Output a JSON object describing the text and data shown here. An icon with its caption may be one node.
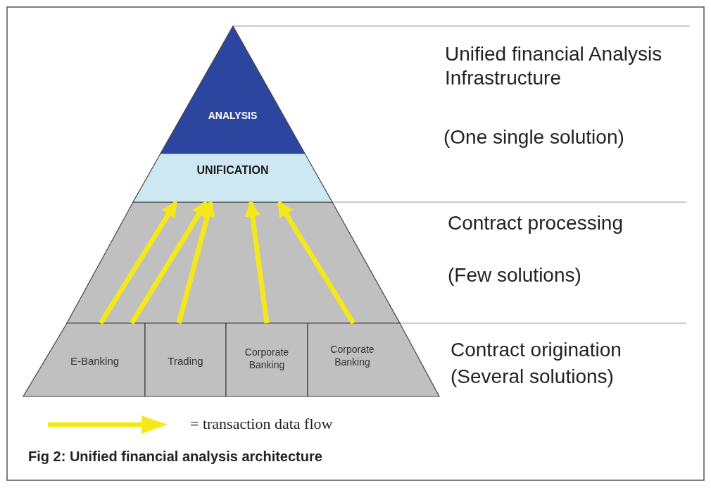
{
  "diagram": {
    "caption": "Fig 2: Unified financial analysis architecture",
    "nodes": [
      {
        "text": [
          "ANALYSIS"
        ]
      },
      {
        "text": [
          "UNIFICATION"
        ]
      },
      {
        "text": [
          "E-Banking"
        ]
      },
      {
        "text": [
          "Trading"
        ]
      },
      {
        "text": [
          "Corporate Banking"
        ]
      },
      {
        "text": [
          "Corporate Banking"
        ]
      }
    ],
    "edges": [
      {
        "from": 2,
        "to": 1,
        "arrow": "to"
      },
      {
        "from": 2,
        "to": 1,
        "arrow": "to"
      },
      {
        "from": 3,
        "to": 1,
        "arrow": "to"
      },
      {
        "from": 4,
        "to": 1,
        "arrow": "to"
      },
      {
        "from": 5,
        "to": 1,
        "arrow": "to"
      }
    ],
    "labels": [
      "Unified financial Analysis Infrastructure",
      "(One single solution)",
      "Contract processing",
      "(Few solutions)",
      "Contract origination",
      "(Several solutions)"
    ],
    "legend": [
      {
        "text": "= transaction data flow"
      }
    ]
  }
}
